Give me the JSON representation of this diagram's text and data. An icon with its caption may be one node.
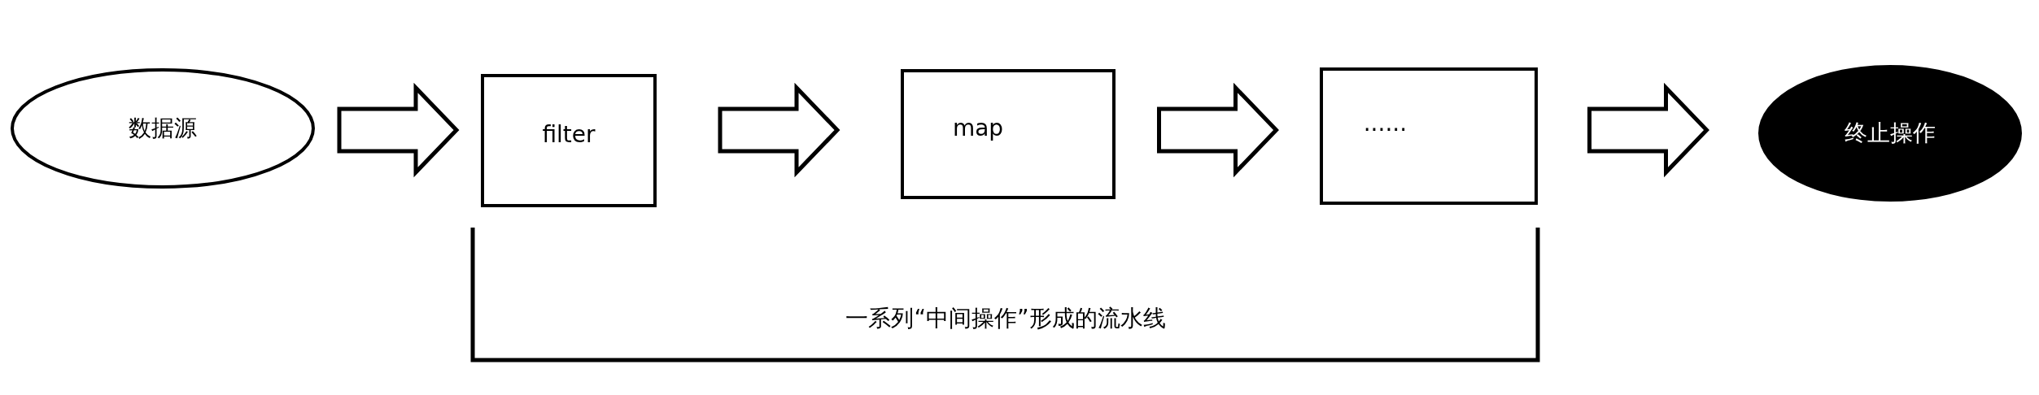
{
  "diagram": {
    "nodes": [
      {
        "text": [
          "数据源"
        ]
      },
      {
        "text": [
          "filter"
        ]
      },
      {
        "text": [
          "map"
        ]
      },
      {
        "text": [
          "......"
        ]
      },
      {
        "text": [
          "终止操作"
        ]
      }
    ],
    "edges": [
      {
        "from": 0,
        "to": 1,
        "arrow": "to"
      },
      {
        "from": 1,
        "to": 2,
        "arrow": "to"
      },
      {
        "from": 2,
        "to": 3,
        "arrow": "to"
      },
      {
        "from": 3,
        "to": 4,
        "arrow": "to"
      }
    ],
    "labels": [
      "一系列“中间操作”形成的流水线"
    ]
  }
}
